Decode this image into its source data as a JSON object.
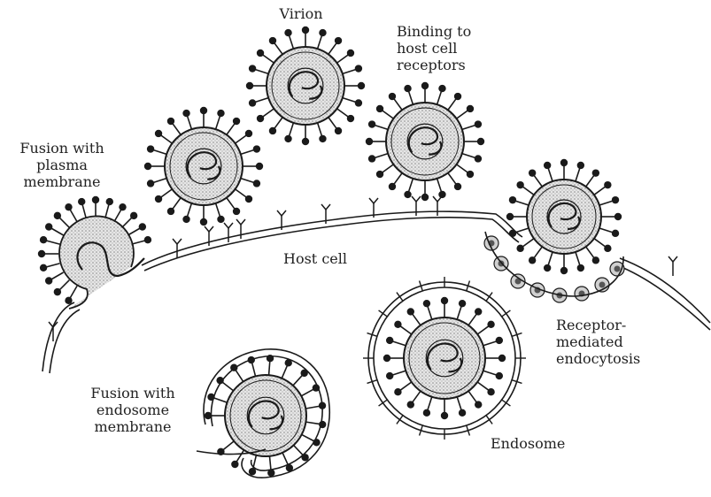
{
  "labels": {
    "virion": "Virion",
    "binding": "Binding to\nhost cell\nreceptors",
    "fusion_plasma": "Fusion with\nplasma\nmembrane",
    "host_cell": "Host cell",
    "receptor_mediated": "Receptor-\nmediated\nendocytosis",
    "fusion_endosome": "Fusion with\nendosome\nmembrane",
    "endosome": "Endosome"
  },
  "colors": {
    "ink": "#1a1a1a",
    "stipple": "#bdbdbd",
    "background": "#ffffff"
  }
}
